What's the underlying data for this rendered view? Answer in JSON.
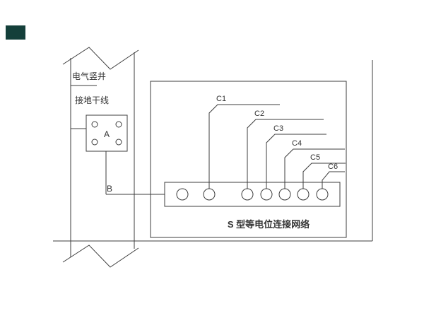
{
  "diagram": {
    "title": "S 型等电位连接网络",
    "labels": {
      "shaft": "电气竖井",
      "ground_trunk": "接地干线",
      "junction_box": "A",
      "tap_point": "B"
    },
    "terminal_labels": [
      "C1",
      "C2",
      "C3",
      "C4",
      "C5",
      "C6"
    ],
    "colors": {
      "line": "#3c3c3c",
      "accent_block": "#143f3a",
      "background": "#ffffff"
    }
  }
}
